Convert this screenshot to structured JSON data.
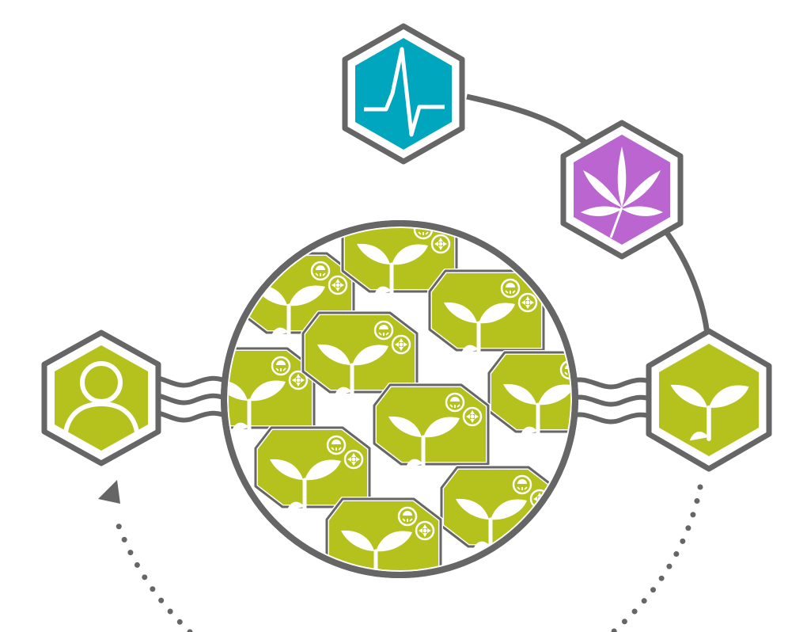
{
  "colors": {
    "stroke": "#666666",
    "green": "#b5c11d",
    "teal": "#00a6bd",
    "purple": "#bb66d0",
    "white": "#ffffff"
  },
  "nodes": {
    "user": {
      "icon": "user-icon",
      "fill": "#b5c11d"
    },
    "heartbeat": {
      "icon": "heartbeat-icon",
      "fill": "#00a6bd"
    },
    "cannabis": {
      "icon": "cannabis-leaf-icon",
      "fill": "#bb66d0"
    },
    "seedling": {
      "icon": "seedling-icon",
      "fill": "#b5c11d"
    }
  },
  "cluster": {
    "icon": "seedling-icon",
    "badges": [
      "light-bulb-icon",
      "fan-icon"
    ]
  },
  "connectors": {
    "loop": "dotted-arrow",
    "links": [
      "wavy-triple-line",
      "solid-arc"
    ]
  }
}
